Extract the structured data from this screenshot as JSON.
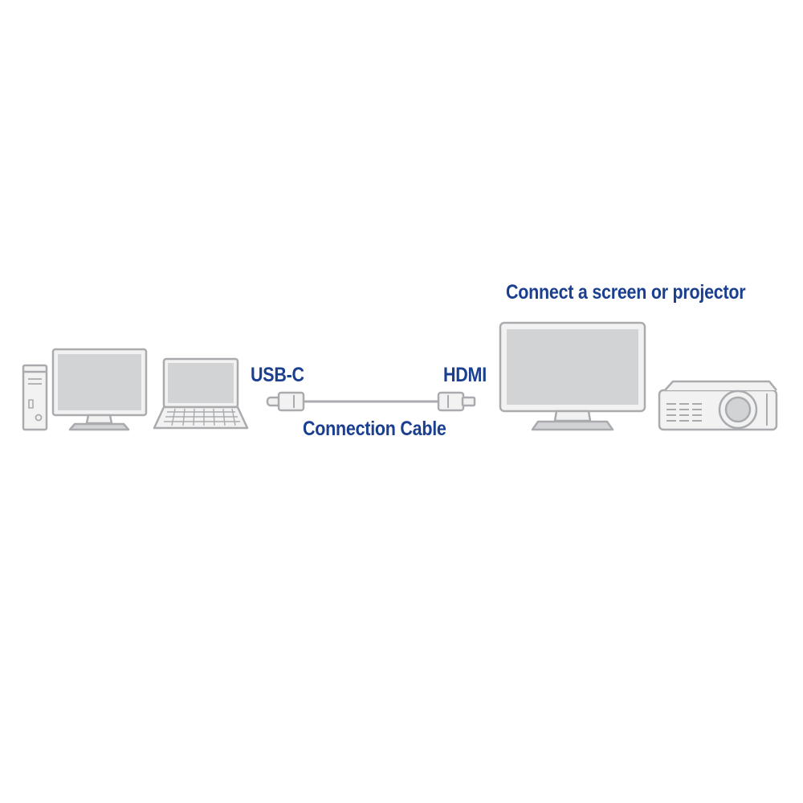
{
  "diagram": {
    "labels": {
      "source_connector": "USB-C",
      "target_connector": "HDMI",
      "cable": "Connection Cable",
      "destination": "Connect a screen or projector"
    }
  },
  "colors": {
    "label_text": "#1b3f8f",
    "device_outline": "#a9abae",
    "device_fill": "#f2f2f2",
    "screen_fill": "#d2d3d5",
    "background": "#ffffff"
  },
  "icons": [
    "desktop-tower-icon",
    "desktop-monitor-icon",
    "laptop-icon",
    "usb-c-plug-icon",
    "cable-icon",
    "hdmi-plug-icon",
    "large-monitor-icon",
    "projector-icon"
  ]
}
